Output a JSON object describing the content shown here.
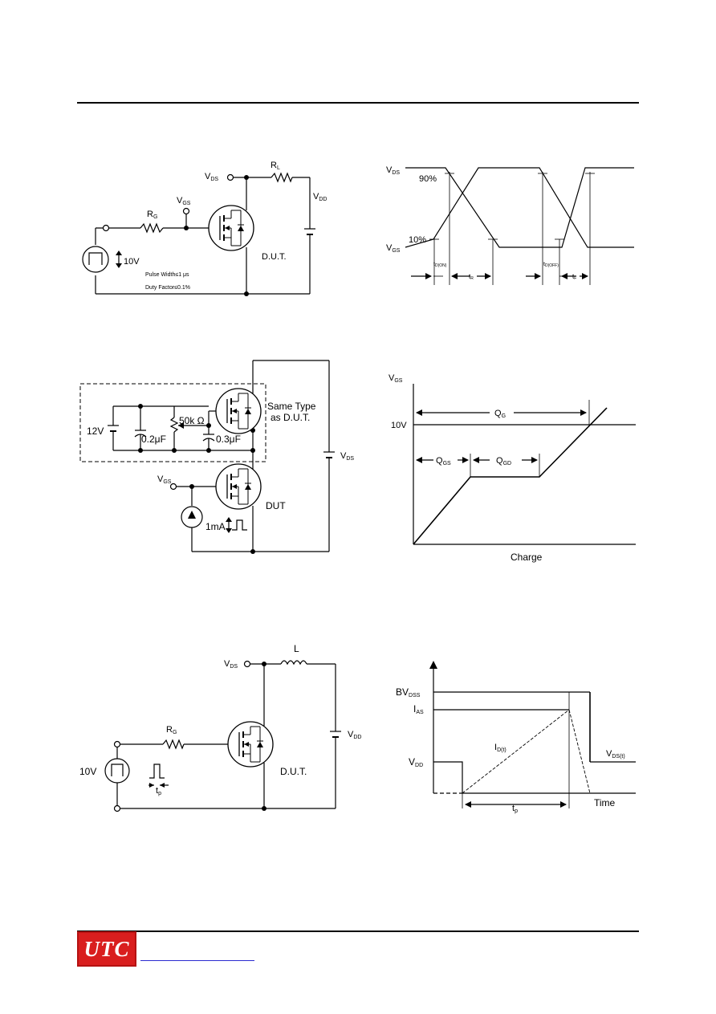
{
  "switching": {
    "circuit": {
      "vds": "V",
      "vds_sub": "DS",
      "rl": "R",
      "rl_sub": "L",
      "vdd": "V",
      "vdd_sub": "DD",
      "vgs": "V",
      "vgs_sub": "GS",
      "rg": "R",
      "rg_sub": "G",
      "pulse_amp": "10V",
      "dut": "D.U.T.",
      "pulse_width": "Pulse Width≤1 μs",
      "duty_factor": "Duty Factor≤0.1%"
    },
    "waveform": {
      "vds": "V",
      "vds_sub": "DS",
      "vgs": "V",
      "vgs_sub": "GS",
      "p90": "90%",
      "p10": "10%",
      "td_on": "t",
      "td_on_sub": "D(ON)",
      "tr": "t",
      "tr_sub": "R",
      "td_off": "t",
      "td_off_sub": "D(OFF)",
      "tf": "t",
      "tf_sub": "F"
    }
  },
  "gate_charge": {
    "circuit": {
      "same_type_1": "Same Type",
      "same_type_2": "as D.U.T.",
      "v12": "12V",
      "r50k": "50k Ω",
      "c02": "0.2μF",
      "c03": "0.3μF",
      "vds": "V",
      "vds_sub": "DS",
      "vgs": "V",
      "vgs_sub": "GS",
      "dut": "DUT",
      "i1ma": "1mA"
    },
    "waveform": {
      "vgs": "V",
      "vgs_sub": "GS",
      "v10": "10V",
      "qg": "Q",
      "qg_sub": "G",
      "qgs": "Q",
      "qgs_sub": "GS",
      "qgd": "Q",
      "qgd_sub": "GD",
      "charge": "Charge"
    }
  },
  "avalanche": {
    "circuit": {
      "vds": "V",
      "vds_sub": "DS",
      "l": "L",
      "rg": "R",
      "rg_sub": "G",
      "vdd": "V",
      "vdd_sub": "DD",
      "v10": "10V",
      "dut": "D.U.T.",
      "tp": "t",
      "tp_sub": "p"
    },
    "waveform": {
      "bvdss": "BV",
      "bvdss_sub": "DSS",
      "ias": "I",
      "ias_sub": "AS",
      "vdd": "V",
      "vdd_sub": "DD",
      "idt": "I",
      "idt_sub": "D(t)",
      "vdst": "V",
      "vdst_sub": "DS(t)",
      "tp": "t",
      "tp_sub": "p",
      "time": "Time"
    }
  },
  "footer": {
    "logo": "UTC"
  }
}
